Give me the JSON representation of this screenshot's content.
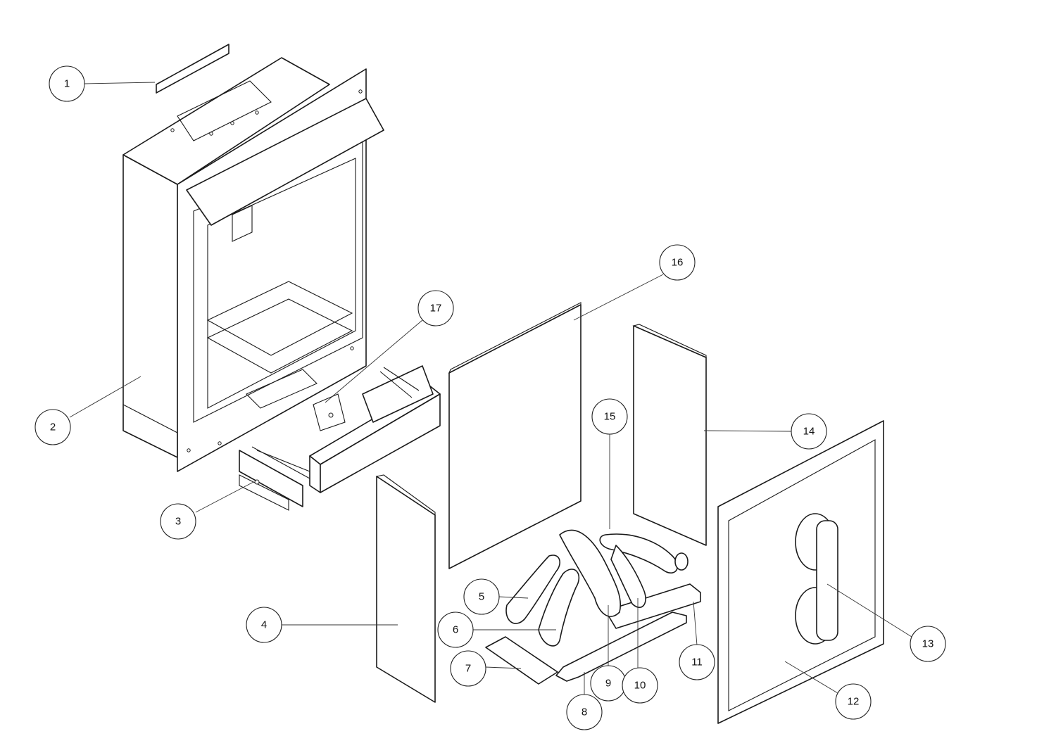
{
  "diagram": {
    "callouts": [
      "1",
      "2",
      "3",
      "4",
      "5",
      "6",
      "7",
      "8",
      "9",
      "10",
      "11",
      "12",
      "13",
      "14",
      "15",
      "16",
      "17"
    ]
  }
}
